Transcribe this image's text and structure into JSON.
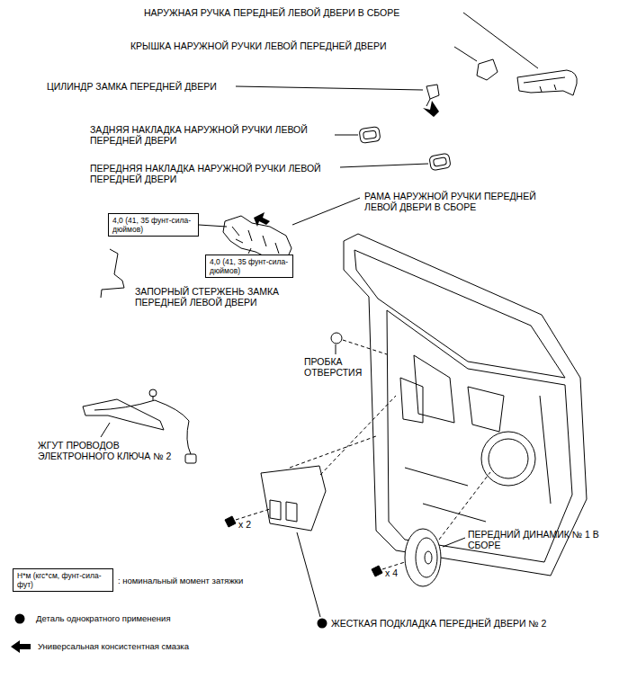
{
  "diagram": {
    "nodes": [
      {
        "text": [
          "4,0 (41, 35 фунт-сила-дюймов)"
        ]
      },
      {
        "text": [
          "4,0 (41, 35 фунт-сила-дюймов)"
        ]
      },
      {
        "text": [
          "Н*м (кгс*см, фунт-сила-фут)"
        ]
      }
    ],
    "edges": [],
    "labels": [
      "НАРУЖНАЯ РУЧКА ПЕРЕДНЕЙ ЛЕВОЙ ДВЕРИ В СБОРЕ",
      "КРЫШКА НАРУЖНОЙ РУЧКИ ЛЕВОЙ ПЕРЕДНЕЙ ДВЕРИ",
      "ЦИЛИНДР ЗАМКА ПЕРЕДНЕЙ ДВЕРИ",
      "ЗАДНЯЯ НАКЛАДКА НАРУЖНОЙ РУЧКИ ЛЕВОЙ ПЕРЕДНЕЙ ДВЕРИ",
      "ПЕРЕДНЯЯ НАКЛАДКА НАРУЖНОЙ РУЧКИ ЛЕВОЙ ПЕРЕДНЕЙ ДВЕРИ",
      "РАМА НАРУЖНОЙ РУЧКИ ПЕРЕДНЕЙ ЛЕВОЙ ДВЕРИ В СБОРЕ",
      "ЗАПОРНЫЙ СТЕРЖЕНЬ ЗАМКА ПЕРЕДНЕЙ ЛЕВОЙ ДВЕРИ",
      "ПРОБКА ОТВЕРСТИЯ",
      "ЖГУТ ПРОВОДОВ ЭЛЕКТРОННОГО КЛЮЧА № 2",
      "x 2",
      "ПЕРЕДНИЙ ДИНАМИК № 1 В СБОРЕ",
      "x 4",
      "ЖЕСТКАЯ ПОДКЛАДКА ПЕРЕДНЕЙ ДВЕРИ № 2"
    ],
    "legend": [
      {
        "text": ": номинальный момент затяжки"
      },
      {
        "text": "Деталь однократного применения"
      },
      {
        "text": "Универсальная консистентная смазка"
      }
    ]
  }
}
